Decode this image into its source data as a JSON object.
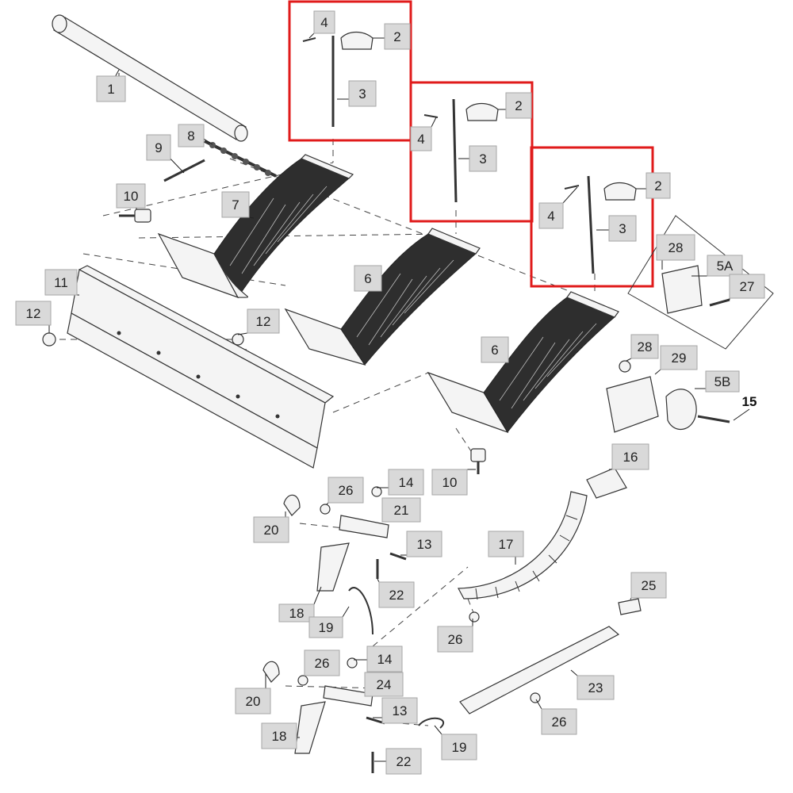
{
  "highlight_color": "#e01b1b",
  "labels": [
    {
      "text": "1"
    },
    {
      "text": "2"
    },
    {
      "text": "3"
    },
    {
      "text": "4"
    },
    {
      "text": "2"
    },
    {
      "text": "3"
    },
    {
      "text": "4"
    },
    {
      "text": "2"
    },
    {
      "text": "3"
    },
    {
      "text": "4"
    },
    {
      "text": "5A"
    },
    {
      "text": "5B"
    },
    {
      "text": "6"
    },
    {
      "text": "6"
    },
    {
      "text": "7"
    },
    {
      "text": "8"
    },
    {
      "text": "9"
    },
    {
      "text": "10"
    },
    {
      "text": "10"
    },
    {
      "text": "11"
    },
    {
      "text": "12"
    },
    {
      "text": "12"
    },
    {
      "text": "13"
    },
    {
      "text": "13"
    },
    {
      "text": "14"
    },
    {
      "text": "14"
    },
    {
      "text": "16"
    },
    {
      "text": "17"
    },
    {
      "text": "18"
    },
    {
      "text": "18"
    },
    {
      "text": "19"
    },
    {
      "text": "19"
    },
    {
      "text": "20"
    },
    {
      "text": "20"
    },
    {
      "text": "21"
    },
    {
      "text": "22"
    },
    {
      "text": "22"
    },
    {
      "text": "23"
    },
    {
      "text": "24"
    },
    {
      "text": "25"
    },
    {
      "text": "26"
    },
    {
      "text": "26"
    },
    {
      "text": "26"
    },
    {
      "text": "26"
    },
    {
      "text": "27"
    },
    {
      "text": "28"
    },
    {
      "text": "28"
    },
    {
      "text": "29"
    }
  ],
  "plain_labels": [
    {
      "text": "15"
    }
  ]
}
